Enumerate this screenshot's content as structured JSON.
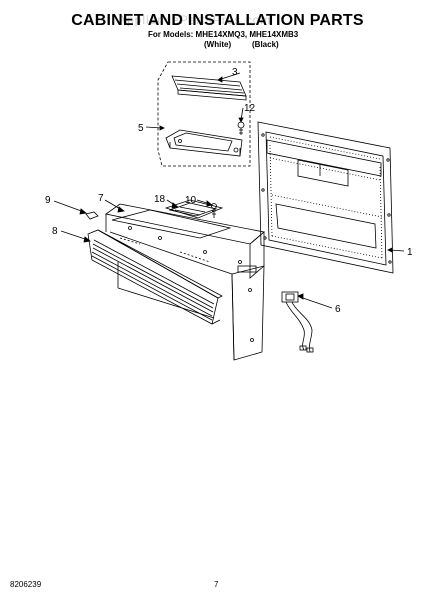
{
  "header": {
    "title": "CABINET AND INSTALLATION PARTS",
    "models_line": "For Models: MHE14XMQ3, MHE14XMB3",
    "color_white": "(White)",
    "color_black": "(Black)",
    "watermark": "AppliancePartsPros.com"
  },
  "callouts": {
    "c3": "3",
    "c12": "12",
    "c5": "5",
    "c1": "1",
    "c9": "9",
    "c7": "7",
    "c18": "18",
    "c10": "10",
    "c8": "8",
    "c6": "6"
  },
  "footer": {
    "doc_number": "8206239",
    "page_number": "7"
  }
}
